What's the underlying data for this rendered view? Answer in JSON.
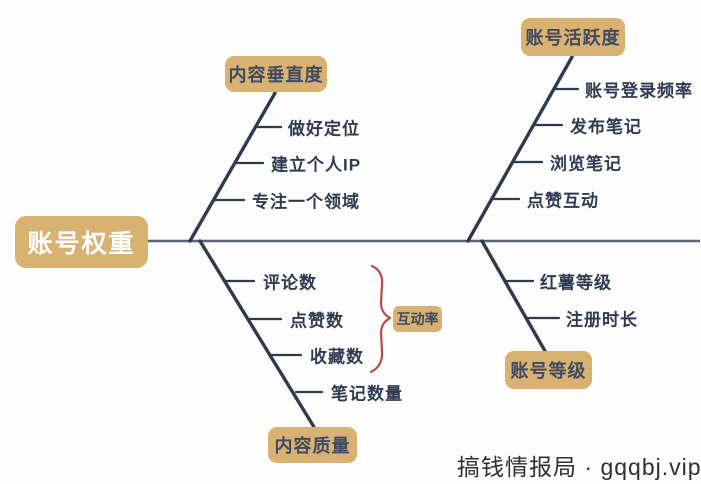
{
  "page": {
    "background": "#fdfdfe"
  },
  "diagram": {
    "root": {
      "label": "账号权重"
    },
    "branches": [
      {
        "id": "top-left",
        "label": "内容垂直度",
        "items": [
          "做好定位",
          "建立个人IP",
          "专注一个领域"
        ]
      },
      {
        "id": "top-right",
        "label": "账号活跃度",
        "items": [
          "账号登录频率",
          "发布笔记",
          "浏览笔记",
          "点赞互动"
        ]
      },
      {
        "id": "bottom-left",
        "label": "内容质量",
        "items": [
          "评论数",
          "点赞数",
          "收藏数",
          "笔记数量"
        ]
      },
      {
        "id": "bottom-right",
        "label": "账号等级",
        "items": [
          "红薯等级",
          "注册时长"
        ]
      }
    ],
    "group_annotation": {
      "label": "互动率",
      "applies_to": [
        "评论数",
        "点赞数",
        "收藏数"
      ]
    },
    "watermark": "搞钱情报局 · gqqbj.vip",
    "colors": {
      "node_fill": "#d9b170",
      "node_text": "#3f4a63",
      "root_text": "#ffffff",
      "branch_line": "#2e3b4e",
      "spine_line": "#5a6472",
      "item_text": "#2e3b52",
      "brace": "#b84a48",
      "watermark_text": "#2f2f2f"
    }
  }
}
